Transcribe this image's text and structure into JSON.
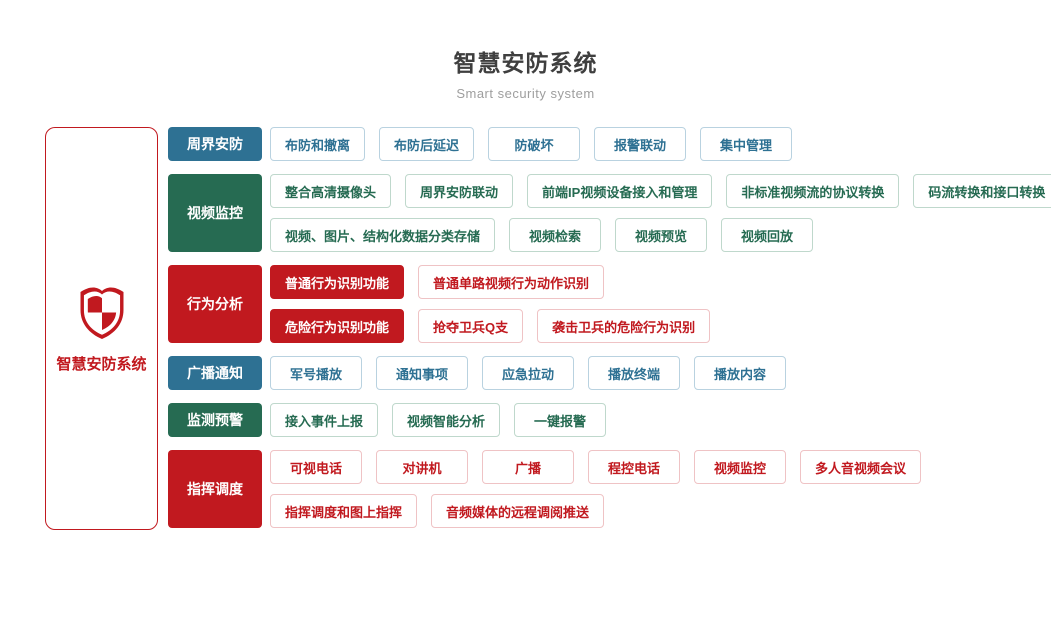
{
  "title": "智慧安防系统",
  "subtitle": "Smart security system",
  "palette": {
    "blue": "#2e7193",
    "green": "#266b52",
    "red": "#c1191f",
    "blue-light": "#b9d2e0",
    "green-light": "#bfd8cc",
    "red-light": "#efc3c5",
    "title": "#3f3f3f",
    "subtitle": "#9e9e9e"
  },
  "root": {
    "label": "智慧安防系统",
    "icon": "shield-icon"
  },
  "rows": [
    {
      "label": "周界安防",
      "color": "blue",
      "lines": [
        [
          {
            "label": "布防和撤离"
          },
          {
            "label": "布防后延迟"
          },
          {
            "label": "防破坏"
          },
          {
            "label": "报警联动"
          },
          {
            "label": "集中管理"
          }
        ]
      ]
    },
    {
      "label": "视频监控",
      "color": "green",
      "lines": [
        [
          {
            "label": "整合高清摄像头"
          },
          {
            "label": "周界安防联动"
          },
          {
            "label": "前端IP视频设备接入和管理"
          },
          {
            "label": "非标准视频流的协议转换"
          },
          {
            "label": "码流转换和接口转换"
          }
        ],
        [
          {
            "label": "视频、图片、结构化数据分类存储"
          },
          {
            "label": "视频检索"
          },
          {
            "label": "视频预览"
          },
          {
            "label": "视频回放"
          }
        ]
      ]
    },
    {
      "label": "行为分析",
      "color": "red",
      "lines": [
        [
          {
            "label": "普通行为识别功能",
            "filled": true
          },
          {
            "label": "普通单路视频行为动作识别"
          }
        ],
        [
          {
            "label": "危险行为识别功能",
            "filled": true
          },
          {
            "label": "抢夺卫兵Q支"
          },
          {
            "label": "袭击卫兵的危险行为识别"
          }
        ]
      ]
    },
    {
      "label": "广播通知",
      "color": "blue",
      "lines": [
        [
          {
            "label": "军号播放"
          },
          {
            "label": "通知事项"
          },
          {
            "label": "应急拉动"
          },
          {
            "label": "播放终端"
          },
          {
            "label": "播放内容"
          }
        ]
      ]
    },
    {
      "label": "监测预警",
      "color": "green",
      "lines": [
        [
          {
            "label": "接入事件上报"
          },
          {
            "label": "视频智能分析"
          },
          {
            "label": "一键报警"
          }
        ]
      ]
    },
    {
      "label": "指挥调度",
      "color": "red",
      "lines": [
        [
          {
            "label": "可视电话"
          },
          {
            "label": "对讲机"
          },
          {
            "label": "广播"
          },
          {
            "label": "程控电话"
          },
          {
            "label": "视频监控"
          },
          {
            "label": "多人音视频会议"
          }
        ],
        [
          {
            "label": "指挥调度和图上指挥"
          },
          {
            "label": "音频媒体的远程调阅推送"
          }
        ]
      ]
    }
  ]
}
